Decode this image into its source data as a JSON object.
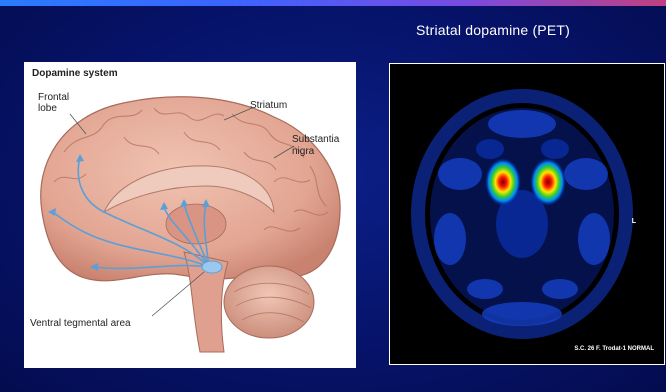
{
  "slide": {
    "title": "Striatal dopamine (PET)"
  },
  "diagram": {
    "heading": "Dopamine system",
    "labels": {
      "frontal_lobe_1": "Frontal",
      "frontal_lobe_2": "lobe",
      "striatum": "Striatum",
      "substantia_1": "Substantia",
      "substantia_2": "nigra",
      "vta": "Ventral tegmental area"
    }
  },
  "pet_scan": {
    "side_label": "L",
    "caption": "S.C. 26 F.  Trodat-1  NORMAL"
  },
  "colors": {
    "background": "#06136a",
    "brain": "#e2a592",
    "pathway": "#5aa0d8"
  }
}
